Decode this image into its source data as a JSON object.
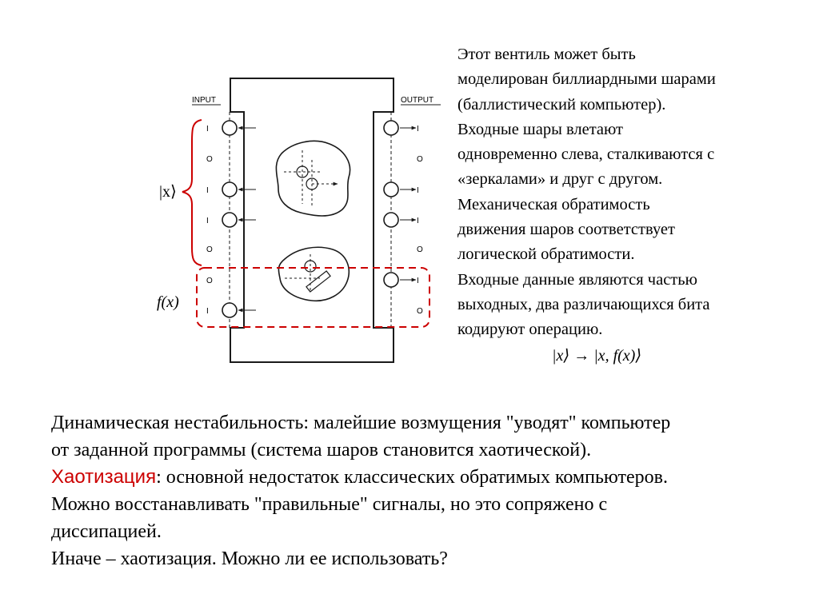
{
  "diagram": {
    "input_label": "INPUT",
    "output_label": "OUTPUT",
    "ket_x": "|x⟩",
    "f_x": "f(x)",
    "input_bits": [
      "I",
      "O",
      "I",
      "I",
      "O",
      "O",
      "I"
    ],
    "output_bits": [
      "I",
      "O",
      "I",
      "I",
      "O",
      "I",
      "O"
    ],
    "colors": {
      "highlight": "#cc0000",
      "ink": "#1a1a1a"
    }
  },
  "description": {
    "lines": [
      "Этот вентиль может быть",
      "моделирован биллиардными шарами",
      "(баллистический компьютер).",
      "Входные шары влетают",
      "одновременно слева, сталкиваются с",
      "«зеркалами» и друг с другом.",
      "Механическая обратимость",
      "движения шаров соответствует",
      "логической обратимости.",
      "Входные данные являются частью",
      "выходных, два различающихся бита",
      "кодируют операцию."
    ]
  },
  "formula": {
    "lhs": "|x⟩",
    "arrow": "→",
    "rhs": "|x, f(x)⟩"
  },
  "bottom": {
    "line1": "Динамическая нестабильность: малейшие возмущения \"уводят\" компьютер",
    "line2": "от заданной программы (система шаров становится хаотической).",
    "chaos_word": "Хаотизация",
    "line3_rest": ": основной недостаток классических обратимых компьютеров.",
    "line4": "Можно восстанавливать \"правильные\" сигналы, но это сопряжено с",
    "line5": "диссипацией.",
    "line6": "Иначе – хаотизация. Можно ли ее использовать?"
  }
}
